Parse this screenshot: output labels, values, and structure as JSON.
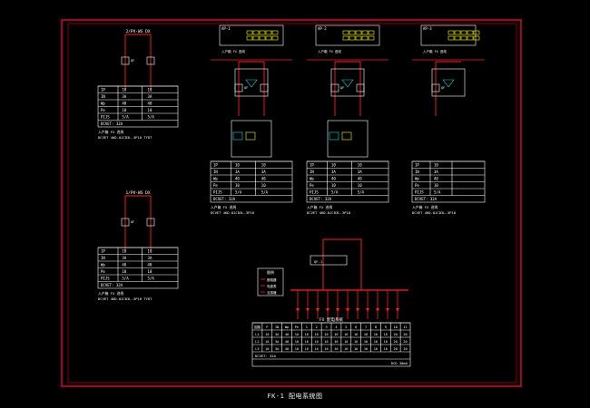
{
  "drawing": {
    "caption": "FK-1 配电系统图",
    "colors": {
      "background": "#000000",
      "frame": "#e0002a",
      "line": "#ffffff",
      "bus": "#ff2020",
      "accent": "#ffff00",
      "device": "#00e0e0"
    },
    "panels": [
      {
        "id": "p1",
        "header": "2/PV-WS DX",
        "rows": [
          [
            "1P",
            "10"
          ],
          [
            "IN",
            "3A"
          ],
          [
            "Wp",
            "40"
          ],
          [
            "Pe",
            "10"
          ],
          [
            "PIJS",
            "5/A"
          ]
        ],
        "footer": "DCVET: 32A",
        "notes": [
          "入户箱 FX 进线",
          "DCVET 4KD-0JCD3L-3P10 TYDT"
        ]
      },
      {
        "id": "p2",
        "header": "1/PV-WS DX",
        "rows": [
          [
            "1P",
            "10"
          ],
          [
            "IN",
            "3A"
          ],
          [
            "Wp",
            "40"
          ],
          [
            "Pe",
            "10"
          ],
          [
            "PIJS",
            "5/A"
          ]
        ],
        "footer": "DCVET: 32A",
        "notes": [
          "入户箱 FX 进线",
          "DCVET 4KD-0JCD3L-3P10 TYDT"
        ]
      },
      {
        "id": "p3",
        "header": "AP-1",
        "rows": [
          [
            "1P",
            "10"
          ],
          [
            "IN",
            "3A"
          ],
          [
            "Wp",
            "40"
          ],
          [
            "Pe",
            "10"
          ],
          [
            "PIJS",
            "5/A"
          ]
        ],
        "footer": "DCVET: 32A",
        "notes": [
          "入户箱 FX 进线",
          "DCVET 4KD-0JCD3L-3P10"
        ]
      },
      {
        "id": "p4",
        "header": "AP-2",
        "rows": [
          [
            "1P",
            "10"
          ],
          [
            "IN",
            "3A"
          ],
          [
            "Wp",
            "40"
          ],
          [
            "Pe",
            "10"
          ],
          [
            "PIJS",
            "5/A"
          ]
        ],
        "footer": "DCVET: 32A",
        "notes": [
          "入户箱 FX 进线",
          "DCVET 4KD-0JCD3L-3P10"
        ]
      },
      {
        "id": "p5",
        "header": "AP-3",
        "rows": [
          [
            "1P",
            "10"
          ],
          [
            "IN",
            "3A"
          ],
          [
            "Wp",
            "40"
          ],
          [
            "Pe",
            "10"
          ],
          [
            "PIJS",
            "5/A"
          ]
        ],
        "footer": "DCVET: 32A",
        "notes": [
          "入户箱 FX 进线",
          "DCVET 4KD-0JCD3L-3P10"
        ]
      }
    ],
    "legend": {
      "title": "图例",
      "items": [
        "断路器",
        "电度表",
        "互感器"
      ]
    },
    "main_table": {
      "title": "FX 配电系统",
      "header": [
        "回路",
        "P",
        "IN",
        "Wp",
        "Pe",
        "1",
        "2",
        "3",
        "4",
        "5",
        "6",
        "7",
        "8",
        "9",
        "10",
        "11"
      ],
      "rows": [
        [
          "L1",
          "10",
          "3A",
          "40",
          "10",
          "16",
          "16",
          "16",
          "16",
          "16",
          "16",
          "16",
          "16",
          "16",
          "20",
          "20"
        ],
        [
          "L2",
          "10",
          "3A",
          "40",
          "10",
          "16",
          "16",
          "16",
          "16",
          "16",
          "16",
          "16",
          "16",
          "16",
          "20",
          "20"
        ],
        [
          "L3",
          "10",
          "3A",
          "40",
          "10",
          "16",
          "16",
          "16",
          "16",
          "16",
          "16",
          "16",
          "16",
          "16",
          "20",
          "20"
        ]
      ],
      "footer_left": "DCVET: 32A",
      "footer_right": "RCD 30mA"
    }
  }
}
